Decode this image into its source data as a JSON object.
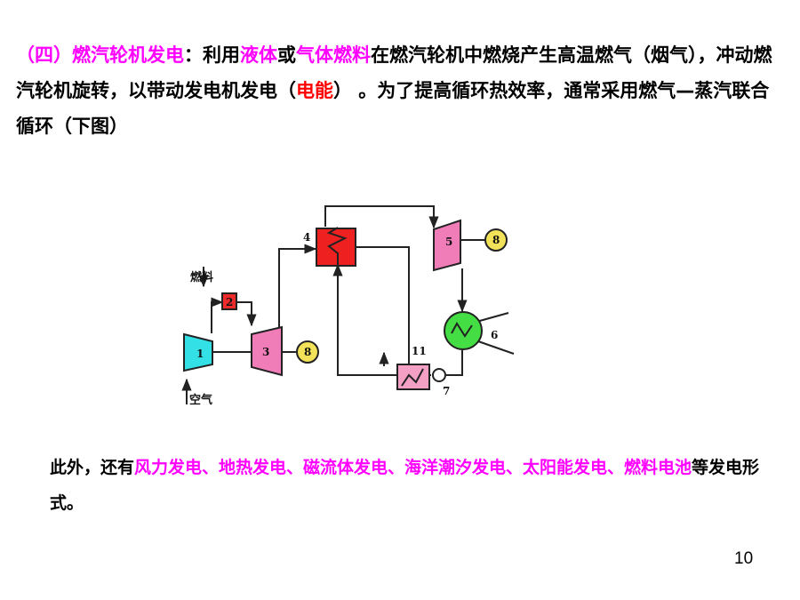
{
  "intro": {
    "heading": "（四）燃汽轮机发电",
    "colon": "：",
    "t1": "利用",
    "h1": "液体",
    "t2": "或",
    "h2": "气体燃料",
    "t3": "在燃汽轮机中燃烧产生高温燃气（烟气），冲动燃汽轮机旋转，以带动发电机发电（",
    "h3": "电能",
    "t4": "）  。为了提高循环热效率，通常采用燃气—蒸汽联合循环（下图）"
  },
  "diagram": {
    "fuel_label": "燃料",
    "air_label": "空气",
    "c1": "1",
    "c2": "2",
    "c3": "3",
    "c4": "4",
    "c5": "5",
    "c6": "6",
    "c7": "7",
    "g8a": "8",
    "g8b": "8",
    "c11": "11",
    "colors": {
      "compressor": "#33e0e6",
      "combustor": "#ee2a2a",
      "turbine": "#f07cb8",
      "boiler": "#ee2020",
      "steam_turbine": "#f07cb8",
      "generator": "#f2e25a",
      "condenser": "#44dd44",
      "heat_exchanger": "#f49fc4",
      "line": "#222222"
    }
  },
  "note": {
    "t1": "此外，还有",
    "h1": "风力发电、地热发电、磁流体发电、海洋潮汐发电、太阳能发电、燃料电池",
    "t2": "等发电形式。"
  },
  "page_number": "10"
}
